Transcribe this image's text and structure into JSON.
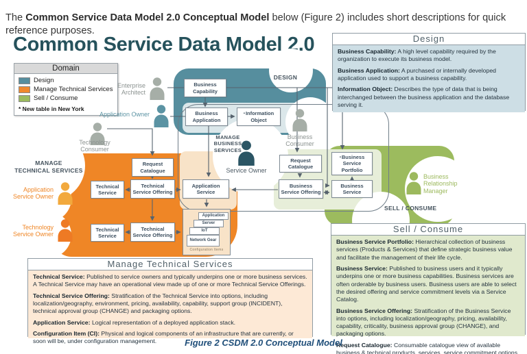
{
  "intro": {
    "prefix": "The ",
    "bold": "Common Service Data Model 2.0 Conceptual Model",
    "suffix": " below (Figure 2) includes short descriptions for quick reference purposes."
  },
  "title": "Common Service Data Model 2.0",
  "legend": {
    "title": "Domain",
    "items": [
      {
        "label": "Design",
        "color": "#568e9e"
      },
      {
        "label": "Manage Technical Services",
        "color": "#f0882d"
      },
      {
        "label": "Sell / Consume",
        "color": "#9cbb5e"
      }
    ],
    "note": "* New table in New York"
  },
  "regions": {
    "design": "DESIGN",
    "manage_business": "MANAGE\nBUSINESS\nSERVICES",
    "manage_technical": "MANAGE\nTECHNICAL SERVICES",
    "sell_consume": "SELL / CONSUME"
  },
  "actors": {
    "enterprise_architect": "Enterprise Architect",
    "application_owner": "Application Owner",
    "technology_consumer": "Technology Consumer",
    "service_owner": "Service Owner",
    "business_consumer": "Business Consumer",
    "business_relationship_manager": "Business Relationship Manager",
    "application_service_owner": "Application Service Owner",
    "technology_service_owner": "Technology Service Owner"
  },
  "boxes": {
    "business_capability": "Business Capability",
    "business_application": "Business Application",
    "information_object": "Information Object",
    "new_marker": "▪",
    "request_catalogue": "Request Catalogue",
    "technical_service": "Technical Service",
    "technical_service_offering": "Technical Service Offering",
    "application_service": "Application Service",
    "business_service_offering": "Business Service Offering",
    "business_service": "Business Service",
    "business_service_portfolio": "Business Service Portfolio",
    "ci_items": [
      "Application",
      "Server",
      "IoT",
      "Network Gear"
    ],
    "ci_caption": "Configuration Items"
  },
  "desc_design": {
    "title": "Design",
    "entries": [
      {
        "term": "Business Capability:",
        "text": "A high level capability required by the organization to execute its business model."
      },
      {
        "term": "Business Application:",
        "text": "A purchased or internally developed application used to support a business capability."
      },
      {
        "term": "Information Object:",
        "text": "Describes the type of data that is being interchanged between the business application and the database serving it."
      }
    ]
  },
  "desc_mts": {
    "title": "Manage Technical Services",
    "entries": [
      {
        "term": "Technical Service:",
        "text": "Published to service owners and typically underpins one or more business services. A Technical Service may have an operational view made up of one or more Technical Service Offerings."
      },
      {
        "term": "Technical Service Offering:",
        "text": "Stratification of the Technical Service into options, including localization/geography, environment, pricing, availability, capability, support group (INCIDENT), technical approval group (CHANGE) and packaging options."
      },
      {
        "term": "Application Service:",
        "text": "Logical representation of a deployed application stack."
      },
      {
        "term": "Configuration Item (CI):",
        "text": "Physical and logical components of an infrastructure that are currently, or soon will be, under configuration management."
      }
    ]
  },
  "desc_sell": {
    "title": "Sell / Consume",
    "entries": [
      {
        "term": "Business Service Portfolio:",
        "text": "Hierarchical collection of business services (Products & Services) that define strategic business value and facilitate the management of their life cycle."
      },
      {
        "term": "Business Service:",
        "text": "Published to business users and it typically underpins one or more business capabilities. Business services are often orderable by business users. Business users are able to select the desired offering and service commitment levels via a Service Catalog."
      },
      {
        "term": "Business Service Offering:",
        "text": "Stratification of the Business Service into options, including localization/geography, pricing, availability, capability, criticality, business approval group (CHANGE), and packaging options."
      },
      {
        "term": "Request Catalogue:",
        "text": "Consumable catalogue view of available business & technical products, services, service commitment options, and offerings."
      }
    ]
  },
  "caption": "Figure 2 CSDM 2.0 Conceptual Model",
  "colors": {
    "design_region": "#568e9e",
    "design_light": "#dbe7ea",
    "design_desc_bg": "#cddee5",
    "mts_region": "#ef8626",
    "mts_light": "#f8e3c8",
    "mts_desc_bg": "#fde9d6",
    "sell_region": "#9cbb5e",
    "sell_light": "#e7eed9",
    "sell_desc_bg": "#e0e9cd",
    "title_text": "#26525c",
    "caption_text": "#1f4e79",
    "box_text": "#3d4f5f",
    "arrow": "#57636e",
    "actor_gray": "#a6aea7",
    "actor_app_owner": "#5b93a3",
    "actor_service_owner": "#2b5564",
    "actor_brm": "#9cb95d",
    "actor_aso": "#f2a93d",
    "actor_tso": "#ee7a24"
  }
}
